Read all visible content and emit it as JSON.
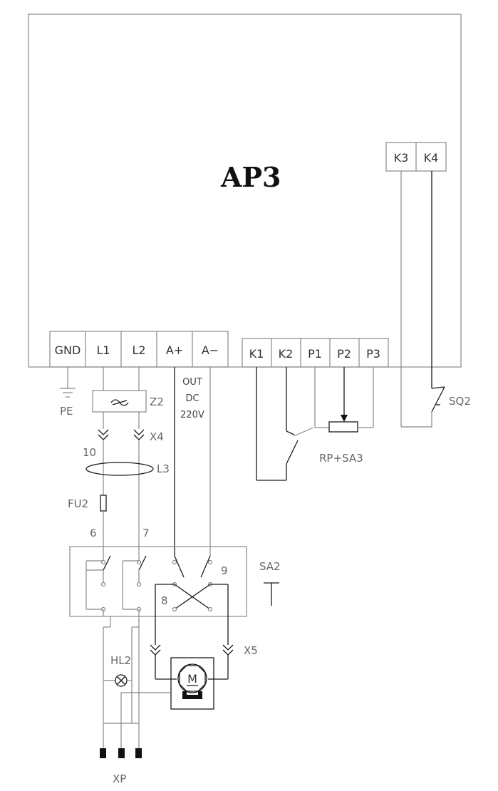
{
  "unit_label": "AP3",
  "terminals_left": [
    "GND",
    "L1",
    "L2",
    "A+",
    "A−"
  ],
  "terminals_mid": [
    "K1",
    "K2",
    "P1",
    "P2",
    "P3"
  ],
  "terminals_top": [
    "K3",
    "K4"
  ],
  "labels": {
    "pe": "PE",
    "z2": "Z2",
    "x4": "X4",
    "wire10": "10",
    "l3": "L3",
    "fu2": "FU2",
    "wire6": "6",
    "wire7": "7",
    "wire8": "8",
    "wire9": "9",
    "out": "OUT",
    "dc": "DC",
    "volt": "220V",
    "rp_sa3": "RP+SA3",
    "sq2": "SQ2",
    "sa2": "SA2",
    "x5": "X5",
    "hl2": "HL2",
    "motor": "M",
    "xp": "XP"
  },
  "colors": {
    "line": "#1a1a1a",
    "secondary": "#888888"
  }
}
